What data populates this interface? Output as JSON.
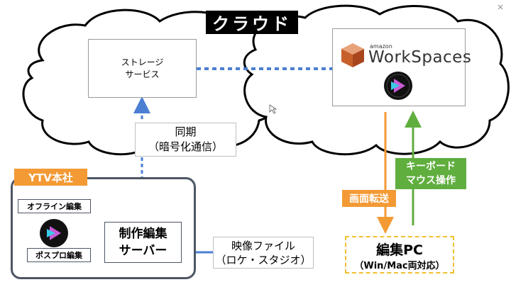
{
  "title": "クラウド",
  "cloud": {
    "storage_label": "ストレージ\nサービス",
    "workspaces": {
      "amazon": "amazon",
      "name": "WorkSpaces"
    }
  },
  "sync_label": "同期\n（暗号化通信）",
  "hq": {
    "tag": "YTV本社",
    "offline_edit": "オフライン編集",
    "postpro_edit": "ポスプロ編集",
    "server": "制作編集\nサーバー"
  },
  "video_label": "映像ファイル\n（ロケ・スタジオ）",
  "screen_transfer": "画面転送",
  "kb_mouse": "キーボード\nマウス操作",
  "edit_pc": {
    "title": "編集PC",
    "subtitle": "（Win/Mac両対応）"
  },
  "colors": {
    "orange": "#f39a35",
    "green": "#5fae3e",
    "blue_dotted": "#4a7fd3",
    "frame": "#4d5664"
  },
  "icons": [
    "workspaces-cube-icon",
    "avid-logo-icon",
    "close-icon",
    "cursor-icon"
  ]
}
